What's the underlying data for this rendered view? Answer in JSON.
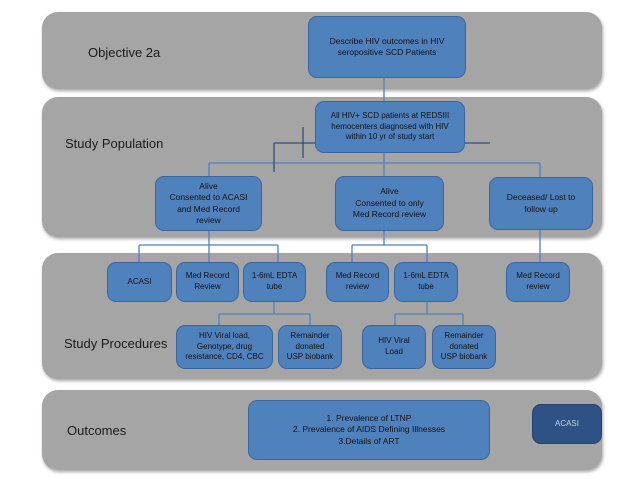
{
  "bands": [
    {
      "label": "Objective 2a"
    },
    {
      "label": "Study Population"
    },
    {
      "label": "Study Procedures"
    },
    {
      "label": "Outcomes"
    }
  ],
  "nodes": {
    "objective": "Describe HIV outcomes in HIV\nseropositive SCD Patients",
    "population": "All HIV+ SCD patients at REDSIII\nhemocenters diagnosed with HIV\nwithin 10 yr of study start",
    "alive_acasi": "Alive\nConsented to ACASI\nand Med Record\nreview",
    "alive_medrecord": "Alive\nConsented to only\nMed Record review",
    "deceased": "Deceased/ Lost to\nfollow up",
    "proc_acasi": "ACASI",
    "proc_medrecord_1": "Med Record\nReview",
    "proc_edta_1": "1-6mL EDTA\ntube",
    "proc_medrecord_2": "Med Record\nreview",
    "proc_edta_2": "1-6mL EDTA\ntube",
    "proc_medrecord_3": "Med Record\nreview",
    "lab_full": "HIV Viral load,\nGenotype, drug\nresistance, CD4, CBC",
    "biobank_1": "Remainder\ndonated\nUSP biobank",
    "lab_viral": "HIV Viral\nLoad",
    "biobank_2": "Remainder\ndonated\nUSP biobank",
    "outcomes": "1. Prevalence of LTNP\n2. Prevalence of AIDS Defining Illnesses\n3.Details of ART",
    "outcome_acasi": "ACASI"
  },
  "colors": {
    "band": "#a5a5a5",
    "node": "#4f81bd",
    "node_dark": "#2e5283",
    "connector": "#4f81bd"
  }
}
